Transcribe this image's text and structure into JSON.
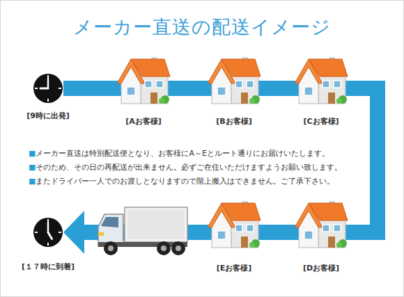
{
  "diagram": {
    "title": "メーカー直送の配送イメージ",
    "nodes": [
      {
        "text": [
          "[9時に出発]"
        ]
      },
      {
        "text": [
          "[Aお客様]"
        ]
      },
      {
        "text": [
          "[Bお客様]"
        ]
      },
      {
        "text": [
          "[Cお客様]"
        ]
      },
      {
        "text": [
          "[Dお客様]"
        ]
      },
      {
        "text": [
          "[Eお客様]"
        ]
      },
      {
        "text": [
          "[１７時に到着]"
        ]
      }
    ],
    "edges": [
      {
        "from": 0,
        "to": 1,
        "arrow": "none"
      },
      {
        "from": 1,
        "to": 2,
        "arrow": "none"
      },
      {
        "from": 2,
        "to": 3,
        "arrow": "none"
      },
      {
        "from": 3,
        "to": 4,
        "arrow": "none"
      },
      {
        "from": 4,
        "to": 5,
        "arrow": "none"
      },
      {
        "from": 5,
        "to": 6,
        "arrow": "to"
      }
    ],
    "labels": [
      "■メーカー直送は特別配送便となり、お客様にA～Eとルート通りにお届けいたします。",
      "■そのため、その日の再配送が出来ません。必ずご在住いただけますようお願い致します。",
      "■またドライバー一人でのお渡しとなりますので階上搬入はできません。ご了承下さい。"
    ]
  }
}
